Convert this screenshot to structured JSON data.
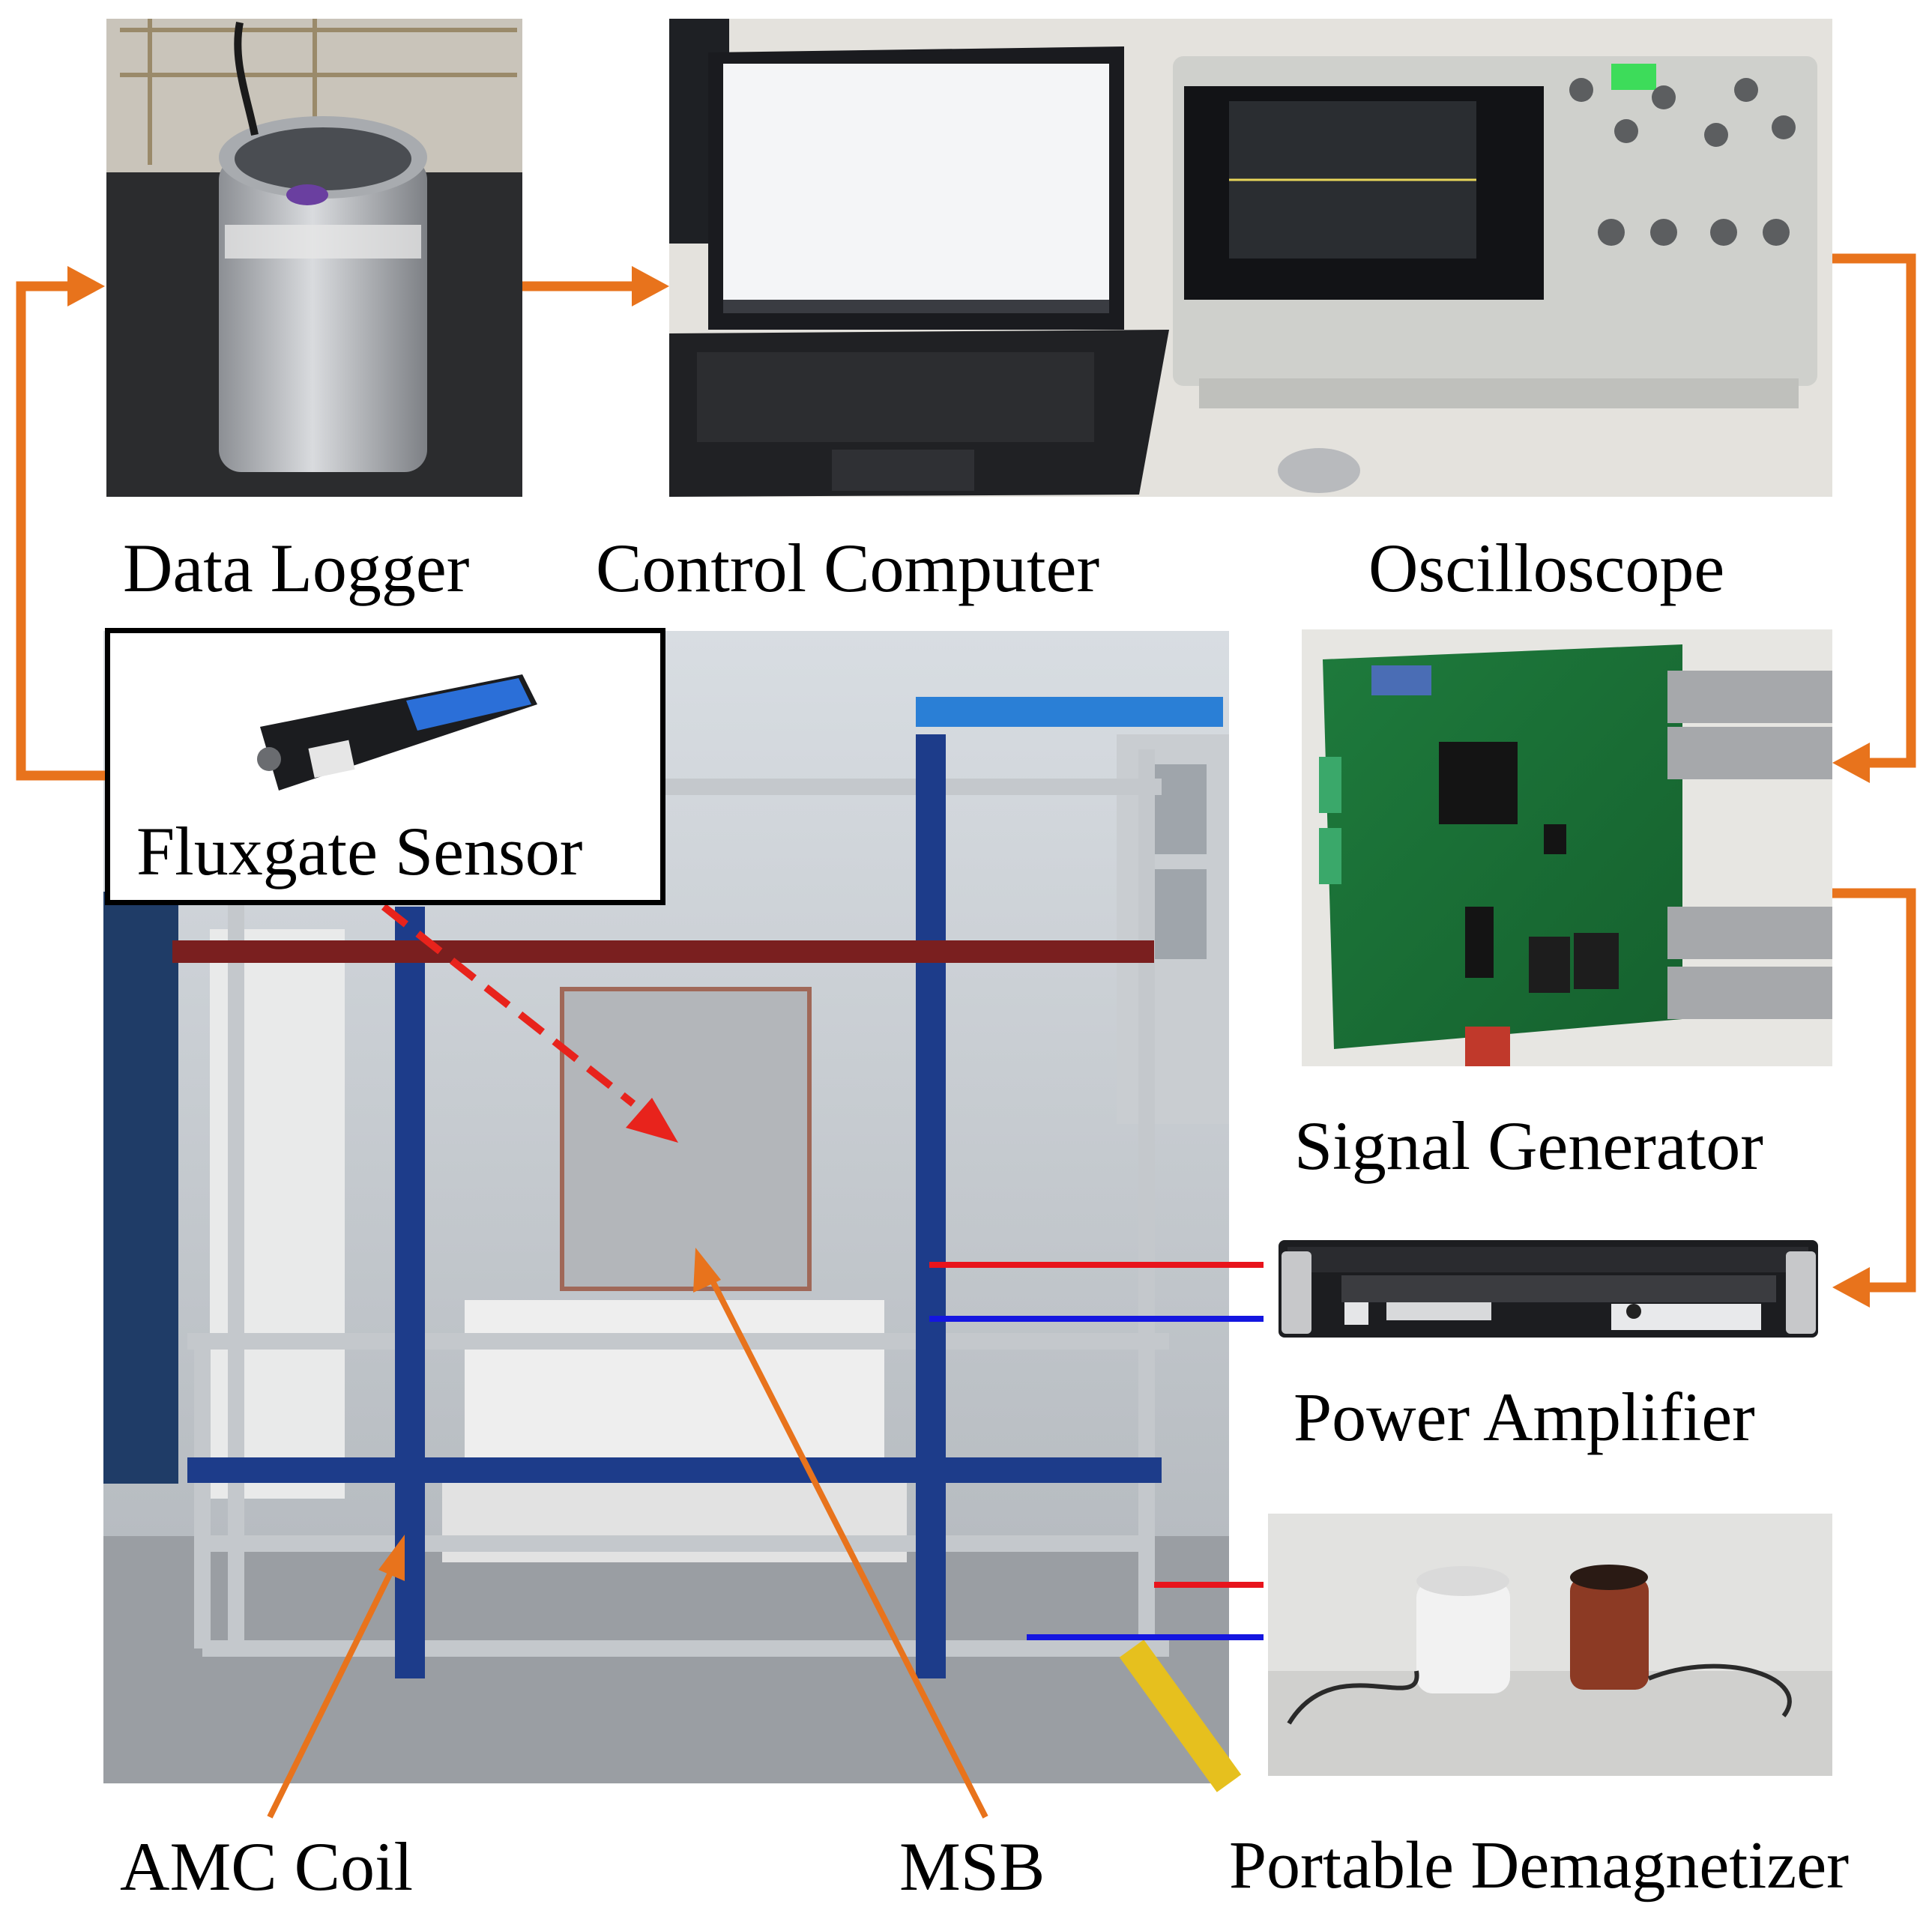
{
  "labels": {
    "data_logger": "Data Logger",
    "control_computer": "Control Computer",
    "oscilloscope": "Oscilloscope",
    "fluxgate_sensor": "Fluxgate Sensor",
    "signal_generator": "Signal Generator",
    "power_amplifier": "Power Amplifier",
    "amc_coil": "AMC Coil",
    "msb": "MSB",
    "portable_demagnetizer": "Portable Demagnetizer"
  },
  "colors": {
    "flow_arrow": "#E8731C",
    "sensor_pointer": "#E8231C",
    "cable_positive": "#E8141C",
    "cable_negative": "#1416E0",
    "text": "#000000"
  }
}
